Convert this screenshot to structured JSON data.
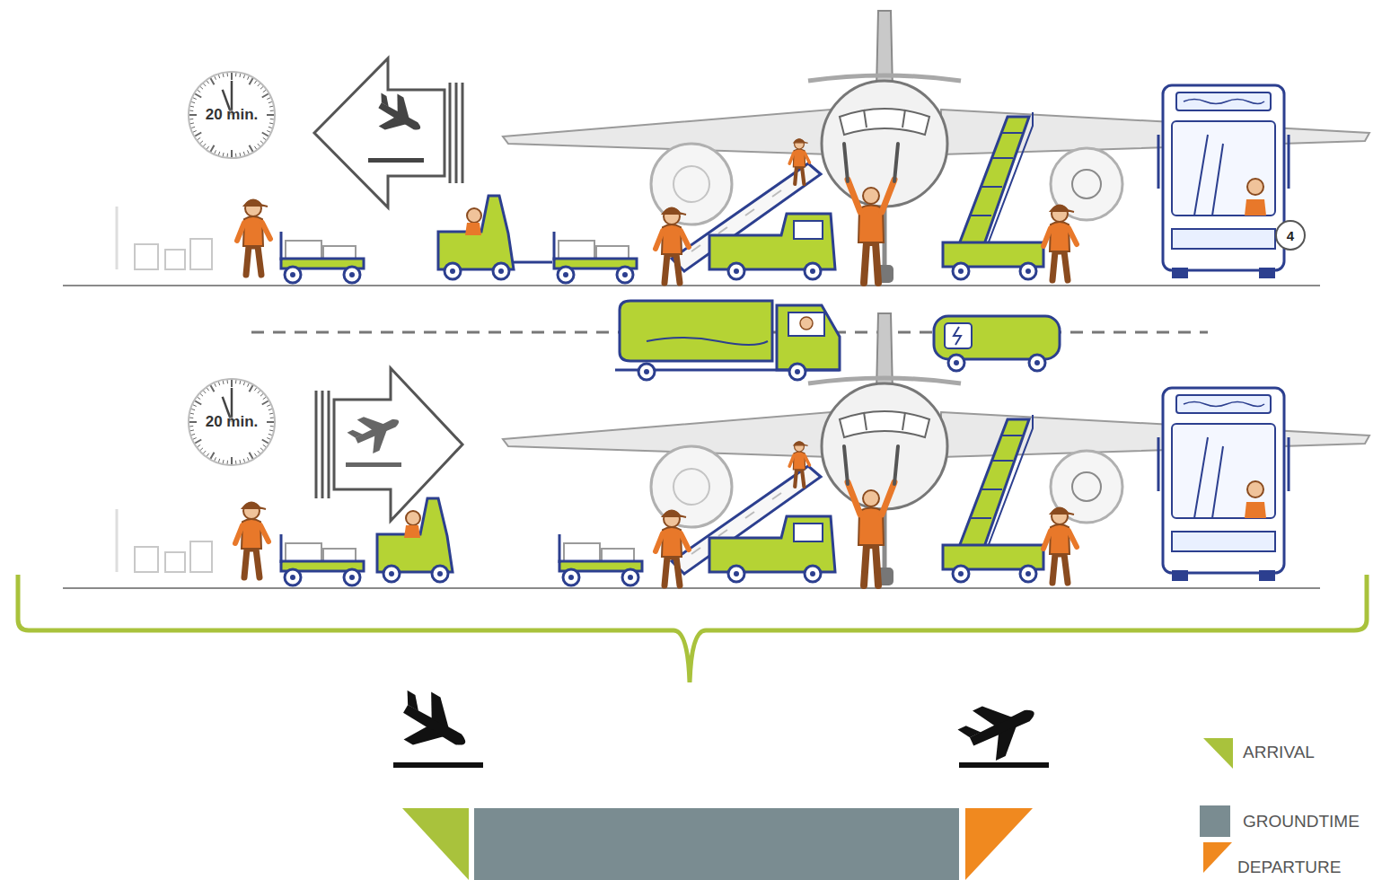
{
  "diagram": {
    "nodes": [
      {
        "text": [
          "20 min."
        ]
      },
      {
        "text": [
          "20 min."
        ]
      }
    ],
    "labels": [
      "4"
    ],
    "legend": [
      {
        "text": "ARRIVAL",
        "color": "#a9c23c"
      },
      {
        "text": "GROUNDTIME",
        "color": "#7a8c91"
      },
      {
        "text": "DEPARTURE",
        "color": "#f0891f"
      }
    ]
  }
}
